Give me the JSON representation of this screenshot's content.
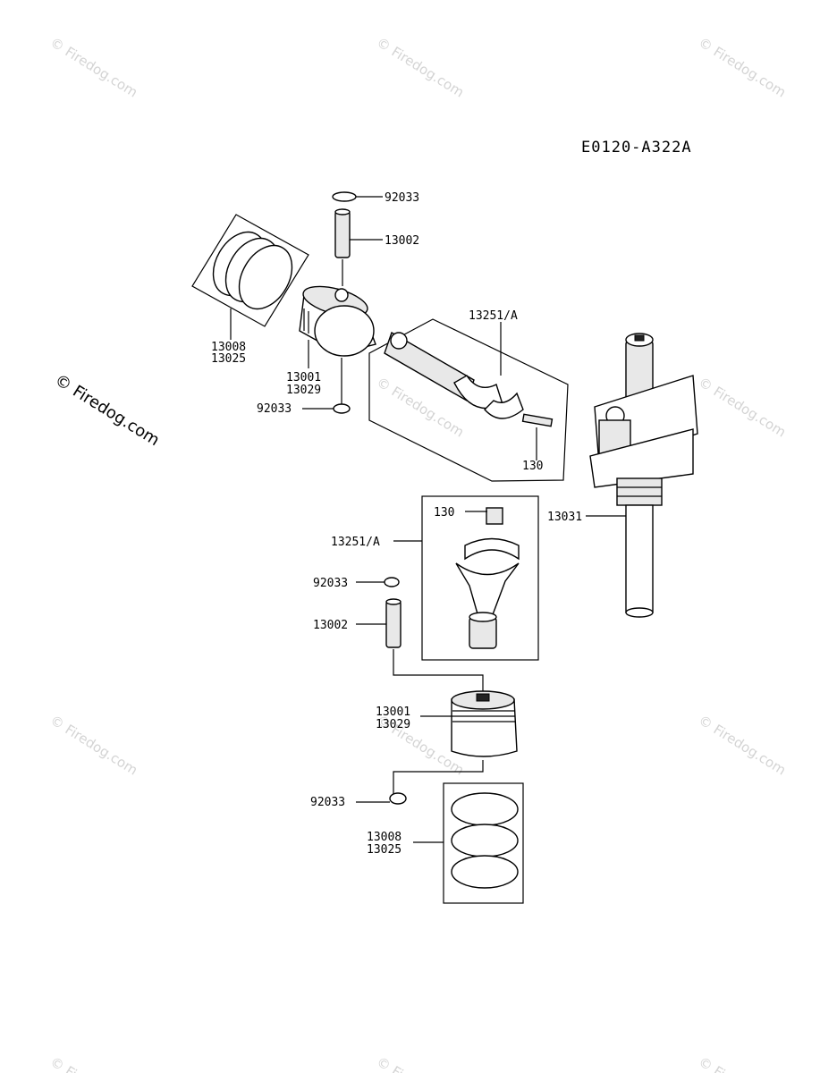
{
  "diagram_code": "E0120-A322A",
  "watermark": "© Firedog.com",
  "labels": {
    "top_clip": "92033",
    "top_pin": "13002",
    "top_rings_a": "13008",
    "top_rings_b": "13025",
    "top_piston_a": "13001",
    "top_piston_b": "13029",
    "top_clip2": "92033",
    "top_rod": "13251/A",
    "top_bolt": "130",
    "crankshaft": "13031",
    "bot_bolt": "130",
    "bot_rod": "13251/A",
    "bot_clip": "92033",
    "bot_pin": "13002",
    "bot_piston_a": "13001",
    "bot_piston_b": "13029",
    "bot_clip2": "92033",
    "bot_rings_a": "13008",
    "bot_rings_b": "13025"
  }
}
